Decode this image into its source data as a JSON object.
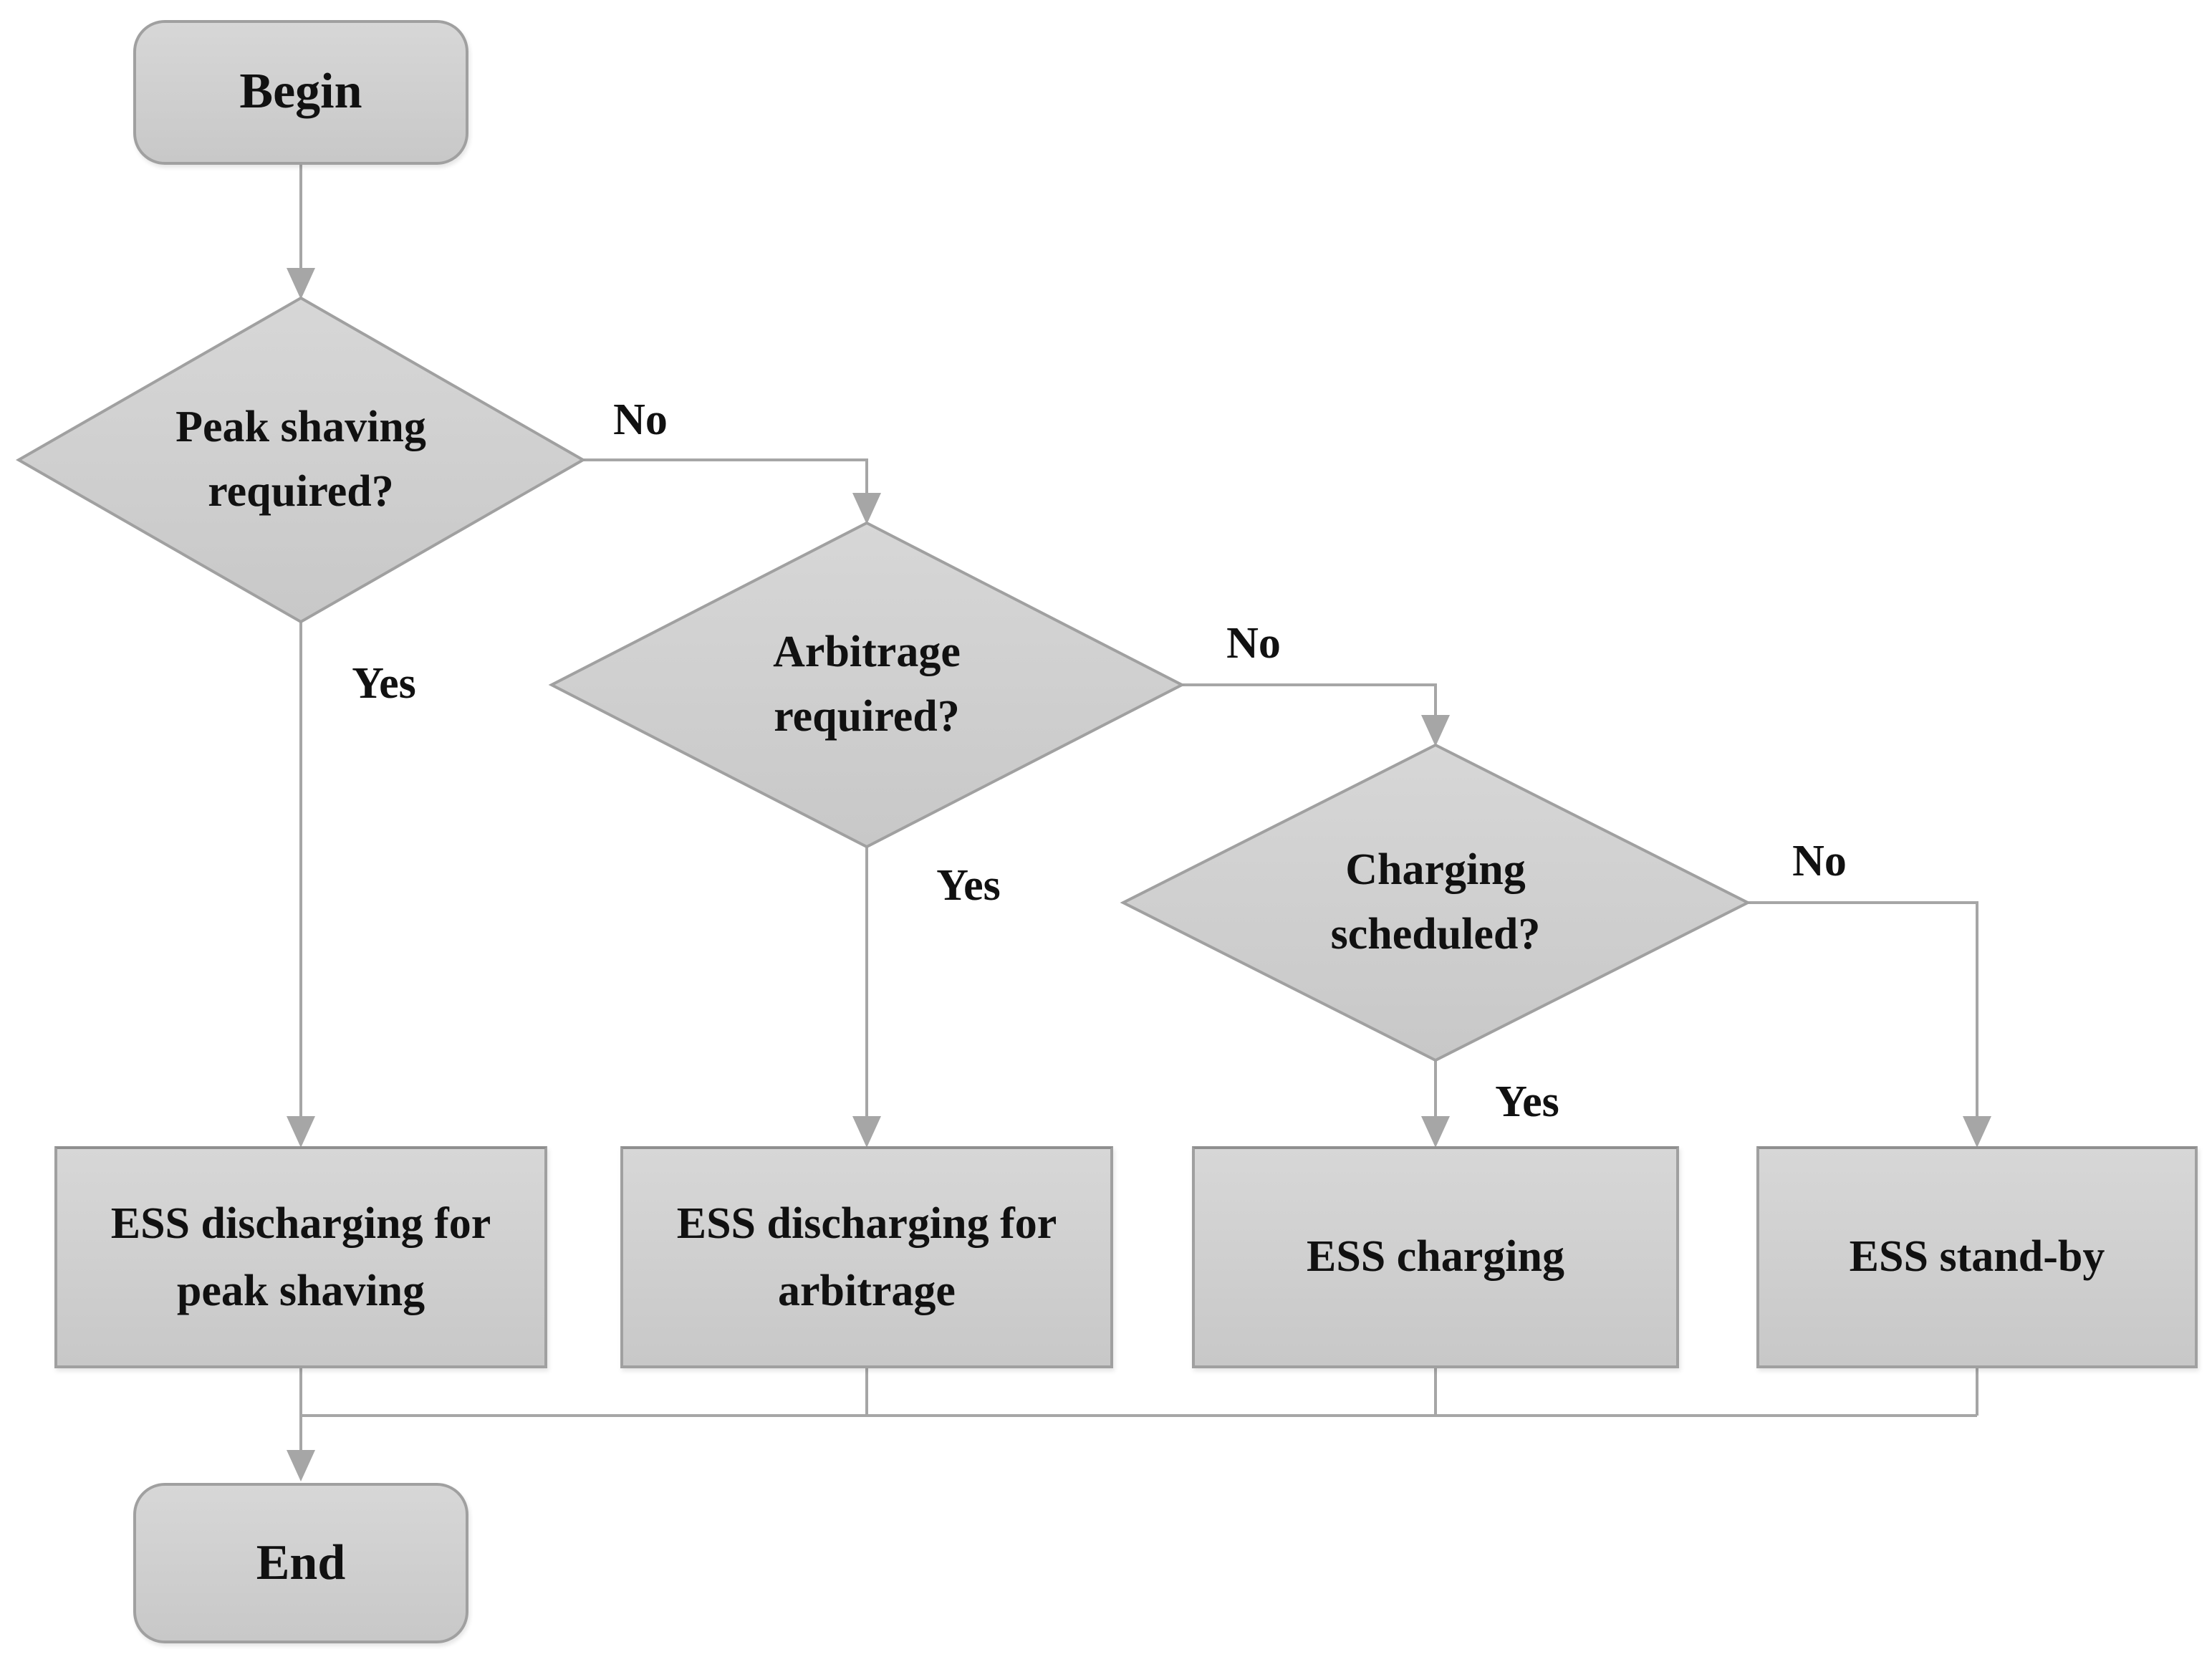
{
  "diagram": {
    "type": "flowchart",
    "nodes": {
      "begin": {
        "kind": "terminal",
        "label": "Begin"
      },
      "peak_shaving": {
        "kind": "decision",
        "label": "Peak shaving required?"
      },
      "arbitrage": {
        "kind": "decision",
        "label": "Arbitrage required?"
      },
      "charging_scheduled": {
        "kind": "decision",
        "label": "Charging scheduled?"
      },
      "discharge_peak": {
        "kind": "process",
        "label": "ESS discharging for peak shaving"
      },
      "discharge_arbitrage": {
        "kind": "process",
        "label": "ESS discharging for arbitrage"
      },
      "ess_charging": {
        "kind": "process",
        "label": "ESS charging"
      },
      "ess_standby": {
        "kind": "process",
        "label": "ESS stand-by"
      },
      "end": {
        "kind": "terminal",
        "label": "End"
      }
    },
    "edges": [
      {
        "from": "begin",
        "to": "peak_shaving",
        "label": ""
      },
      {
        "from": "peak_shaving",
        "to": "arbitrage",
        "label": "No"
      },
      {
        "from": "peak_shaving",
        "to": "discharge_peak",
        "label": "Yes"
      },
      {
        "from": "arbitrage",
        "to": "charging_scheduled",
        "label": "No"
      },
      {
        "from": "arbitrage",
        "to": "discharge_arbitrage",
        "label": "Yes"
      },
      {
        "from": "charging_scheduled",
        "to": "ess_standby",
        "label": "No"
      },
      {
        "from": "charging_scheduled",
        "to": "ess_charging",
        "label": "Yes"
      },
      {
        "from": "discharge_peak",
        "to": "end",
        "label": ""
      },
      {
        "from": "discharge_arbitrage",
        "to": "end",
        "label": ""
      },
      {
        "from": "ess_charging",
        "to": "end",
        "label": ""
      },
      {
        "from": "ess_standby",
        "to": "end",
        "label": ""
      }
    ]
  },
  "colors": {
    "fill-top": "#d7d7d7",
    "fill-bottom": "#c8c8c8",
    "border": "#a0a0a0",
    "line": "#a6a6a6",
    "text": "#111111",
    "bg": "#ffffff"
  }
}
